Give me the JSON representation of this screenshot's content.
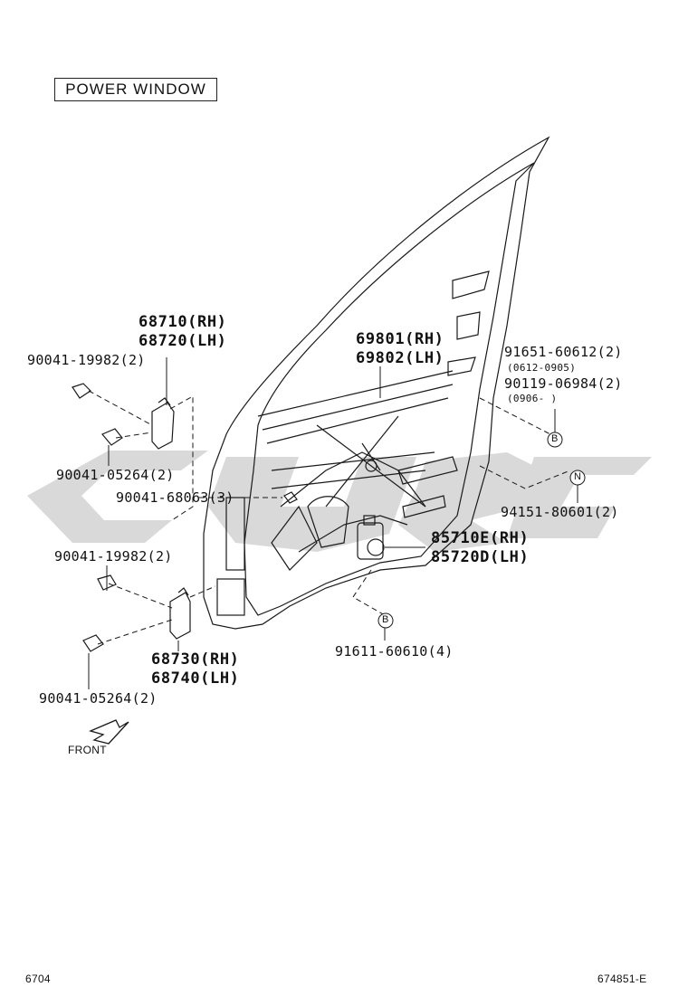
{
  "title": "POWER WINDOW",
  "labels": {
    "p68710": "68710(RH)",
    "p68720": "68720(LH)",
    "p90041_19982_top": "90041-19982(2)",
    "p90041_05264_top": "90041-05264(2)",
    "p90041_68063": "90041-68063(3)",
    "p90041_19982_bot": "90041-19982(2)",
    "p68730": "68730(RH)",
    "p68740": "68740(LH)",
    "p90041_05264_bot": "90041-05264(2)",
    "p69801": "69801(RH)",
    "p69802": "69802(LH)",
    "p91651": "91651-60612(2)",
    "p91651_range": "(0612-0905)",
    "p90119": "90119-06984(2)",
    "p90119_range": "(0906-      )",
    "p94151": "94151-80601(2)",
    "p85710": "85710E(RH)",
    "p85720": "85720D(LH)",
    "p91611": "91611-60610(4)",
    "front": "FRONT",
    "marker_b": "B",
    "marker_n": "N"
  },
  "footer": {
    "left": "6704",
    "right": "674851-E"
  },
  "watermark": {
    "color": "#d8d8d8"
  }
}
